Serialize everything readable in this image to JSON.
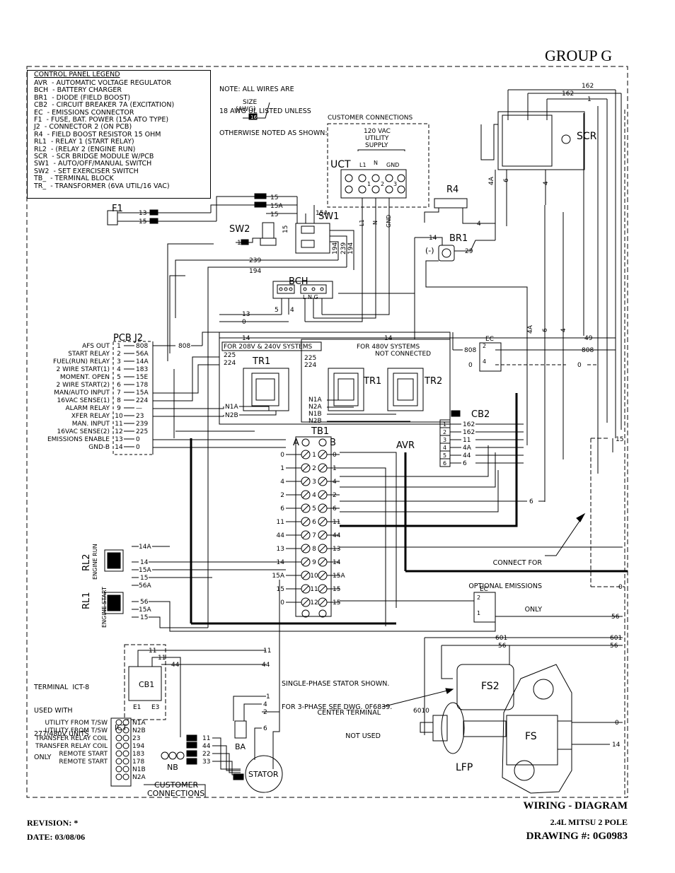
{
  "header": {
    "group": "GROUP G"
  },
  "legend": {
    "title": "CONTROL PANEL LEGEND",
    "items": [
      "AVR  - AUTOMATIC VOLTAGE REGULATOR",
      "BCH  - BATTERY CHARGER",
      "BR1  - DIODE (FIELD BOOST)",
      "CB2  - CIRCUIT BREAKER 7A (EXCITATION)",
      "EC  - EMISSIONS CONNECTOR",
      "F1  - FUSE, BAT. POWER (15A ATO TYPE)",
      "J2  - CONNECTOR 2 (ON PCB)",
      "R4  - FIELD BOOST RESISTOR 15 OHM",
      "RL1  - RELAY 1 (START RELAY)",
      "RL2  - (RELAY 2 (ENGINE RUN)",
      "SCR  - SCR BRIDGE MODULE W/PCB",
      "SW1  - AUTO/OFF/MANUAL SWITCH",
      "SW2  - SET EXERCISER SWITCH",
      "TB_  - TERMINAL BLOCK",
      "TR_  - TRANSFORMER (6VA UTIL/16 VAC)"
    ]
  },
  "note": {
    "lines": [
      "NOTE: ALL WIRES ARE",
      "18 AWG UL LISTED UNLESS",
      "OTHERWISE NOTED AS SHOWN:"
    ],
    "size_label": "SIZE",
    "awg_label": "(AWG)",
    "size_value": "16"
  },
  "customer_connections": {
    "title": "CUSTOMER  CONNECTIONS",
    "supply": [
      "120 VAC",
      "UTILITY",
      "SUPPLY"
    ],
    "uct": "UCT",
    "terms_top": [
      "L1",
      "N",
      "GND"
    ],
    "terms_num": [
      "1",
      "2",
      "3"
    ],
    "wires": [
      "L1",
      "N",
      "GND"
    ]
  },
  "components": {
    "scr": "SCR",
    "r4": "R4",
    "br1": "BR1",
    "br1_neg": "(-)",
    "sw1": "SW1",
    "sw2": "SW2",
    "f1": "F1",
    "bch": "BCH",
    "bch_pins": "L N G",
    "tr1": "TR1",
    "tr1b": "TR1",
    "tr2": "TR2",
    "tb1": "TB1",
    "tb_a": "A",
    "tb_b": "B",
    "avr": "AVR",
    "cb2": "CB2",
    "ec": "EC",
    "pcb_j2": "PCB  J2",
    "rl2": "RL2",
    "rl2_sub": "ENGINE RUN",
    "rl1": "RL1",
    "rl1_sub": "ENGINE START",
    "cb1": "CB1",
    "ict": "ICT",
    "nb": "NB",
    "ba": "BA",
    "stator": "STATOR",
    "fs2": "FS2",
    "fs": "FS",
    "lfp": "LFP",
    "e1": "E1",
    "e3": "E3"
  },
  "systems": {
    "s208": "FOR 208V & 240V SYSTEMS",
    "s480": [
      "FOR 480V SYSTEMS",
      "NOT CONNECTED"
    ]
  },
  "pcb_pins": [
    {
      "name": "AFS OUT",
      "pin": "1",
      "wire": "808"
    },
    {
      "name": "START RELAY",
      "pin": "2",
      "wire": "56A"
    },
    {
      "name": "FUEL(RUN) RELAY",
      "pin": "3",
      "wire": "14A"
    },
    {
      "name": "2 WIRE START(1)",
      "pin": "4",
      "wire": "183"
    },
    {
      "name": "MOMENT. OPEN",
      "pin": "5",
      "wire": "15E"
    },
    {
      "name": "2 WIRE START(2)",
      "pin": "6",
      "wire": "178"
    },
    {
      "name": "MAN/AUTO INPUT",
      "pin": "7",
      "wire": "15A"
    },
    {
      "name": "16VAC SENSE(1)",
      "pin": "8",
      "wire": "224"
    },
    {
      "name": "ALARM RELAY",
      "pin": "9",
      "wire": "—"
    },
    {
      "name": "XFER RELAY",
      "pin": "10",
      "wire": "23"
    },
    {
      "name": "MAN. INPUT",
      "pin": "11",
      "wire": "239"
    },
    {
      "name": "16VAC SENSE(2)",
      "pin": "12",
      "wire": "225"
    },
    {
      "name": "EMISSIONS ENABLE",
      "pin": "13",
      "wire": "0"
    },
    {
      "name": "GND-B",
      "pin": "14",
      "wire": "0"
    }
  ],
  "tb1_rows": [
    {
      "n": "1",
      "l": "0",
      "r": "0"
    },
    {
      "n": "2",
      "l": "1",
      "r": "1"
    },
    {
      "n": "3",
      "l": "4",
      "r": "4"
    },
    {
      "n": "4",
      "l": "2",
      "r": "2"
    },
    {
      "n": "5",
      "l": "6",
      "r": "6"
    },
    {
      "n": "6",
      "l": "11",
      "r": "11"
    },
    {
      "n": "7",
      "l": "44",
      "r": "44"
    },
    {
      "n": "8",
      "l": "13",
      "r": "13"
    },
    {
      "n": "9",
      "l": "14",
      "r": "14"
    },
    {
      "n": "10",
      "l": "15A",
      "r": "15A"
    },
    {
      "n": "11",
      "l": "15",
      "r": "15"
    },
    {
      "n": "12",
      "l": "0",
      "r": "15"
    }
  ],
  "cb2_pins": [
    {
      "n": "1",
      "w": "162"
    },
    {
      "n": "2",
      "w": "162"
    },
    {
      "n": "3",
      "w": "11"
    },
    {
      "n": "4",
      "w": "4A"
    },
    {
      "n": "5",
      "w": "44"
    },
    {
      "n": "6",
      "w": "6"
    }
  ],
  "ict_rows": [
    {
      "label": "UTILITY FROM T/SW",
      "w": "N1A"
    },
    {
      "label": "UTILITY FROM T/SW",
      "w": "N2B"
    },
    {
      "label": "TRANSFER RELAY COIL",
      "w": "23"
    },
    {
      "label": "TRANSFER RELAY COIL",
      "w": "194"
    },
    {
      "label": "REMOTE START",
      "w": "183"
    },
    {
      "label": "REMOTE START",
      "w": "178"
    },
    {
      "label": "",
      "w": "N1B"
    },
    {
      "label": "",
      "w": "N2A"
    }
  ],
  "notes": {
    "ict8": [
      "TERMINAL  ICT-8",
      "USED WITH",
      "277/480V UNITS",
      "ONLY"
    ],
    "stator": [
      "SINGLE-PHASE STATOR SHOWN.",
      "FOR 3-PHASE SEE DWG. 0F6839."
    ],
    "center": [
      "CENTER TERMINAL",
      "NOT USED"
    ],
    "emissions": [
      "CONNECT FOR",
      "OPTIONAL EMISSIONS",
      "ONLY"
    ],
    "cust_conn": [
      "CUSTOMER",
      "CONNECTIONS"
    ]
  },
  "wire_labels": {
    "w162": "162",
    "w1": "1",
    "w4a": "4A",
    "w6": "6",
    "w4": "4",
    "w14": "14",
    "w29": "29",
    "w13": "13",
    "w15": "15",
    "w15a": "15A",
    "w15e": "15E",
    "w239": "239",
    "w194": "194",
    "w0": "0",
    "w808": "808",
    "w49": "49",
    "w225": "225",
    "w224": "224",
    "w2": "2",
    "wN1A": "N1A",
    "wN2B": "N2B",
    "wN2A": "N2A",
    "wN1B": "N1B",
    "w56": "56",
    "w601": "601",
    "w6010": "6010",
    "w11": "11",
    "w44": "44",
    "w22": "22",
    "w33": "33",
    "w5": "5",
    "w14a": "14A",
    "w56a": "56A"
  },
  "footer": {
    "title": "WIRING - DIAGRAM",
    "model": "2.4L MITSU 2 POLE",
    "drawing": "DRAWING #: 0G0983",
    "revision": "REVISION: *",
    "date": "DATE: 03/08/06"
  }
}
